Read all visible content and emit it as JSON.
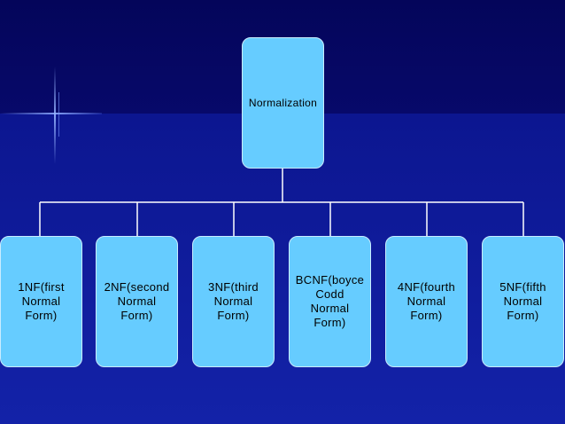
{
  "diagram": {
    "root": {
      "label": "Normalization"
    },
    "children": [
      {
        "label": "1NF(first\nNormal\nForm)"
      },
      {
        "label": "2NF(second\nNormal\nForm)"
      },
      {
        "label": "3NF(third\nNormal\nForm)"
      },
      {
        "label": "BCNF(boyce\nCodd\nNormal\nForm)"
      },
      {
        "label": "4NF(fourth\nNormal\nForm)"
      },
      {
        "label": "5NF(fifth\nNormal\nForm)"
      }
    ]
  },
  "colors": {
    "node_fill": "#66ccff",
    "node_border": "#c9ecff",
    "connector": "#ffffff",
    "background_top": "#04055a",
    "background_bottom": "#1322a8"
  }
}
